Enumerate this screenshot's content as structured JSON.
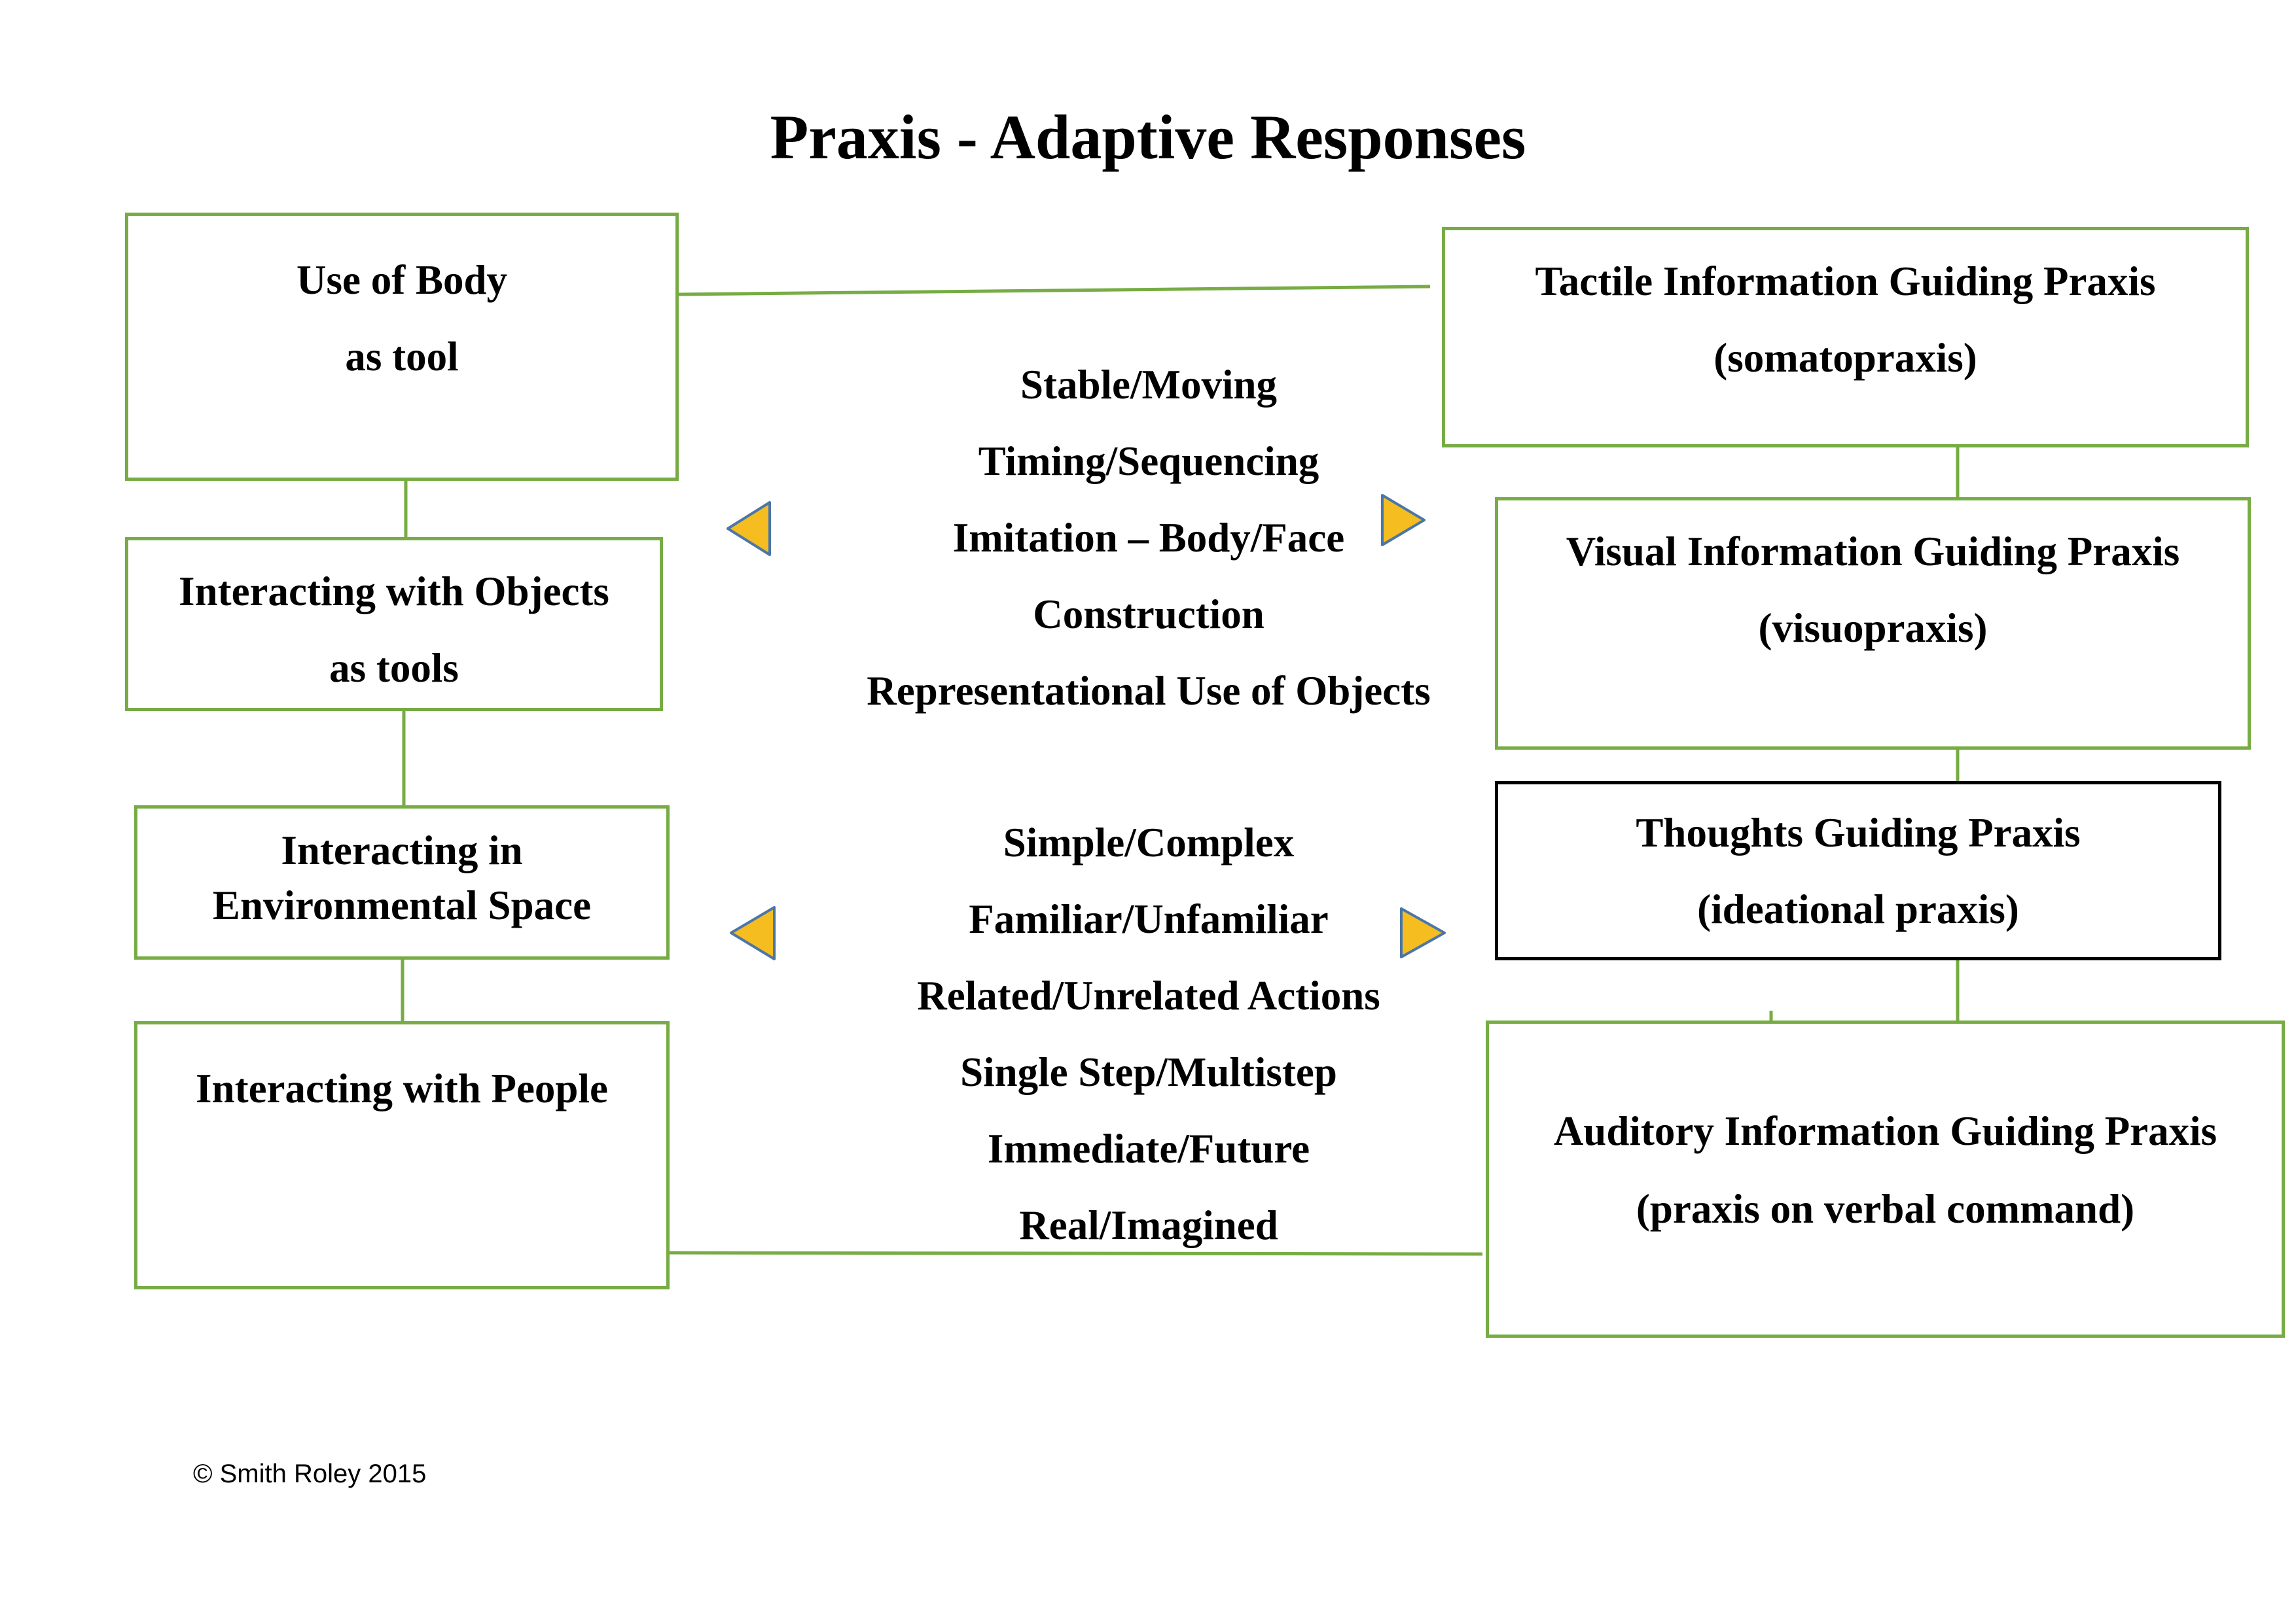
{
  "title": "Praxis - Adaptive Responses",
  "left_column": {
    "use_of_body": {
      "line1": "Use of Body",
      "line2": "as tool"
    },
    "objects": {
      "line1": "Interacting with Objects",
      "line2": "as tools"
    },
    "environment": {
      "line1": "Interacting in",
      "line2": "Environmental Space"
    },
    "people": {
      "line1": "Interacting with People"
    }
  },
  "right_column": {
    "tactile": {
      "line1": "Tactile Information Guiding Praxis",
      "line2": "(somatopraxis)"
    },
    "visual": {
      "line1": "Visual Information Guiding Praxis",
      "line2": "(visuopraxis)"
    },
    "thoughts": {
      "line1": "Thoughts Guiding Praxis",
      "line2": "(ideational praxis)"
    },
    "auditory": {
      "line1": "Auditory Information Guiding Praxis",
      "line2": "(praxis on verbal command)"
    }
  },
  "center_upper": [
    "Stable/Moving",
    "Timing/Sequencing",
    "Imitation – Body/Face",
    "Construction",
    "Representational Use of Objects"
  ],
  "center_lower": [
    "Simple/Complex",
    "Familiar/Unfamiliar",
    "Related/Unrelated Actions",
    "Single Step/Multistep",
    "Immediate/Future",
    "Real/Imagined"
  ],
  "copyright": "©  Smith Roley 2015",
  "colors": {
    "box_border": "#77ac44",
    "thoughts_border": "#000000",
    "arrow_fill": "#f5bd1f",
    "arrow_stroke": "#4a76a8"
  }
}
